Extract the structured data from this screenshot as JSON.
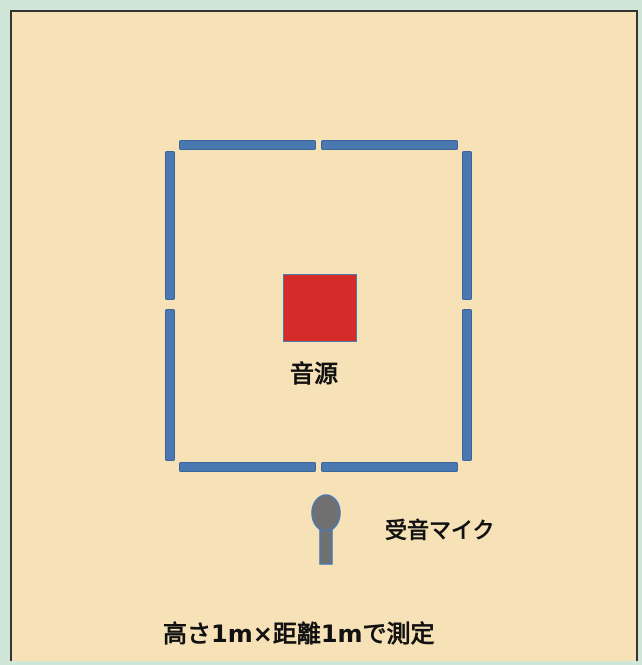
{
  "labels": {
    "source": "音源",
    "microphone": "受音マイク",
    "measurement": "高さ1m×距離1mで測定"
  },
  "colors": {
    "background": "#cfe6d6",
    "panel_area": "#f6e2b6",
    "reflector_panel": "#4a78b0",
    "sound_source": "#d52c2a",
    "microphone": "#707070"
  },
  "icons": {
    "microphone": "microphone-icon"
  }
}
